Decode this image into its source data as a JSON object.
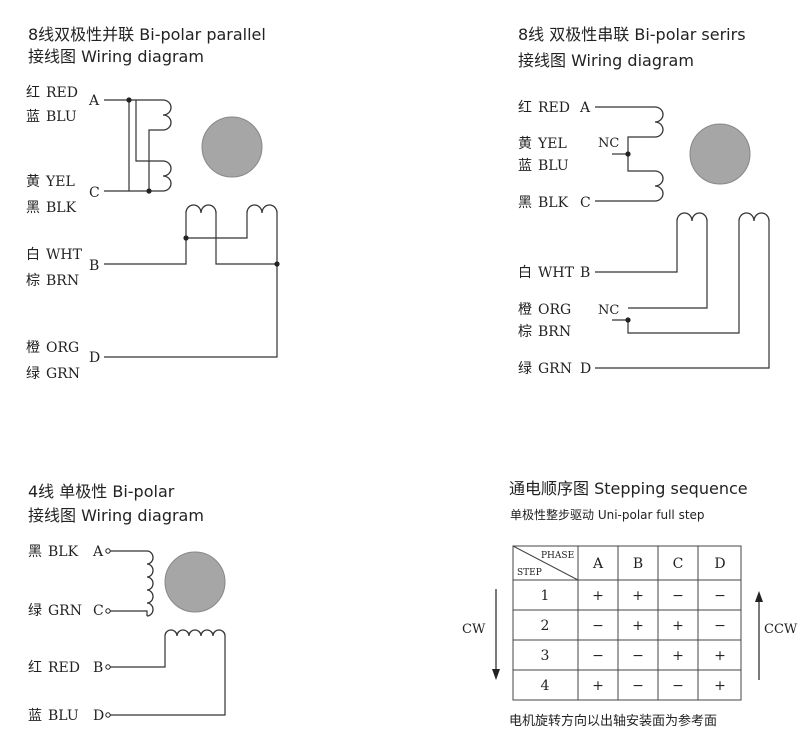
{
  "parallel": {
    "title1": "8线双极性并联 Bi-polar parallel",
    "title2": "接线图 Wiring diagram",
    "wires": [
      {
        "cn": "红",
        "en": "RED"
      },
      {
        "cn": "蓝",
        "en": "BLU"
      },
      {
        "cn": "黄",
        "en": "YEL"
      },
      {
        "cn": "黑",
        "en": "BLK"
      },
      {
        "cn": "白",
        "en": "WHT"
      },
      {
        "cn": "棕",
        "en": "BRN"
      },
      {
        "cn": "橙",
        "en": "ORG"
      },
      {
        "cn": "绿",
        "en": "GRN"
      }
    ],
    "terminals": [
      "A",
      "C",
      "B",
      "D"
    ]
  },
  "series": {
    "title1": "8线 双极性串联 Bi-polar serirs",
    "title2": "接线图 Wiring diagram",
    "wires": [
      {
        "cn": "红",
        "en": "RED"
      },
      {
        "cn": "黄",
        "en": "YEL"
      },
      {
        "cn": "蓝",
        "en": "BLU"
      },
      {
        "cn": "黑",
        "en": "BLK"
      },
      {
        "cn": "白",
        "en": "WHT"
      },
      {
        "cn": "橙",
        "en": "ORG"
      },
      {
        "cn": "棕",
        "en": "BRN"
      },
      {
        "cn": "绿",
        "en": "GRN"
      }
    ],
    "terminals": [
      "A",
      "C",
      "B",
      "D"
    ],
    "nc": "NC"
  },
  "fourwire": {
    "title1": "4线 单极性 Bi-polar",
    "title2": "接线图 Wiring diagram",
    "wires": [
      {
        "cn": "黑",
        "en": "BLK"
      },
      {
        "cn": "绿",
        "en": "GRN"
      },
      {
        "cn": "红",
        "en": "RED"
      },
      {
        "cn": "蓝",
        "en": "BLU"
      }
    ],
    "terminals": [
      "A",
      "C",
      "B",
      "D"
    ]
  },
  "sequence": {
    "title": "通电顺序图  Stepping sequence",
    "subtitle": "单极性整步驱动  Uni-polar full step",
    "header_phase": "PHASE",
    "header_step": "STEP",
    "phases": [
      "A",
      "B",
      "C",
      "D"
    ],
    "rows": [
      {
        "step": "1",
        "cells": [
          "+",
          "+",
          "−",
          "−"
        ]
      },
      {
        "step": "2",
        "cells": [
          "−",
          "+",
          "+",
          "−"
        ]
      },
      {
        "step": "3",
        "cells": [
          "−",
          "−",
          "+",
          "+"
        ]
      },
      {
        "step": "4",
        "cells": [
          "+",
          "−",
          "−",
          "+"
        ]
      }
    ],
    "cw": "CW",
    "ccw": "CCW",
    "note": "电机旋转方向以出轴安装面为参考面"
  },
  "colors": {
    "rotor": "#a6a6a6",
    "line": "#333333"
  }
}
